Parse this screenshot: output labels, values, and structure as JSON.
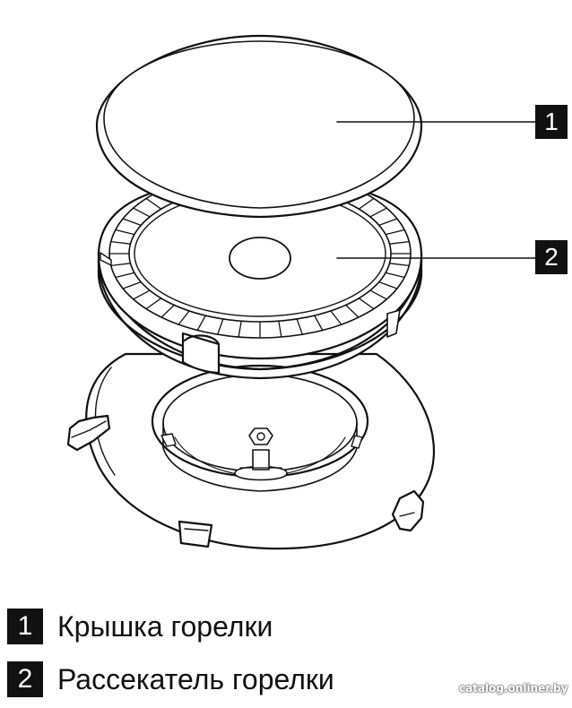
{
  "callouts": [
    {
      "number": "1"
    },
    {
      "number": "2"
    }
  ],
  "legend": [
    {
      "number": "1",
      "text": "Крышка горелки"
    },
    {
      "number": "2",
      "text": "Рассекатель горелки"
    }
  ],
  "watermark": "catalog.onliner.by",
  "colors": {
    "line": "#111111",
    "background": "#ffffff",
    "box": "#111111",
    "box_text": "#ffffff"
  }
}
